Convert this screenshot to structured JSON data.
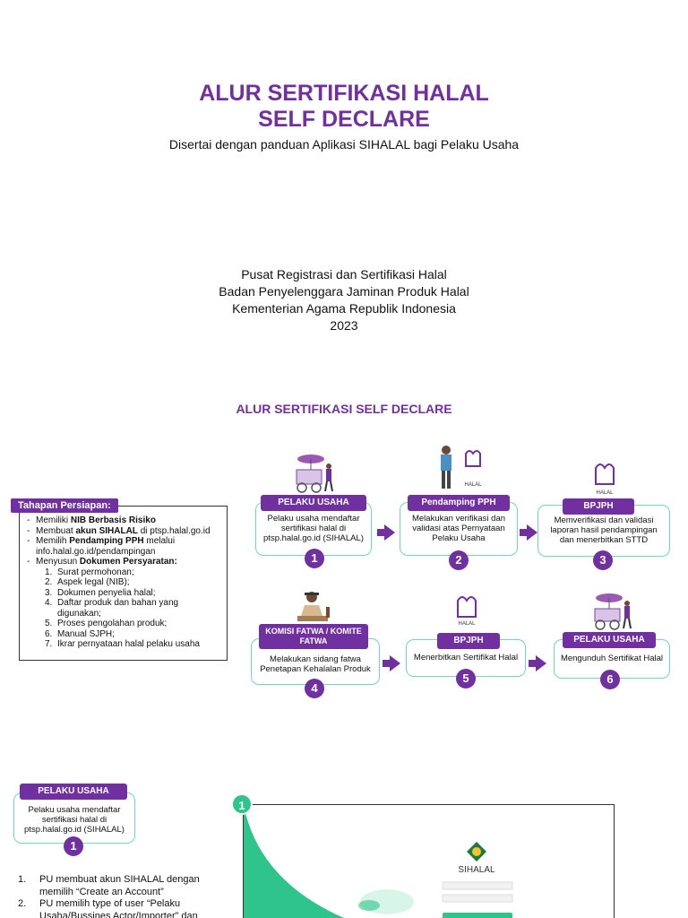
{
  "cover": {
    "title_line1": "ALUR SERTIFIKASI HALAL",
    "title_line2": "SELF DECLARE",
    "subtitle": "Disertai dengan panduan Aplikasi SIHALAL bagi Pelaku Usaha",
    "org_line1": "Pusat Registrasi dan Sertifikasi Halal",
    "org_line2": "Badan Penyelenggara Jaminan Produk Halal",
    "org_line3": "Kementerian Agama Republik Indonesia",
    "year": "2023"
  },
  "flow": {
    "title": "ALUR SERTIFIKASI SELF DECLARE",
    "prep": {
      "tag": "Tahapan Persiapan:",
      "item1_pre": "Memiliki ",
      "item1_bold": "NIB Berbasis Risiko",
      "item2_pre": "Membuat ",
      "item2_bold": "akun SIHALAL",
      "item2_post": " di ptsp.halal.go.id",
      "item3_pre": "Memilih ",
      "item3_bold": "Pendamping PPH",
      "item3_post": " melalui info.halal.go.id/pendampingan",
      "item4_pre": "Menyusun ",
      "item4_bold": "Dokumen Persyaratan:",
      "docs": [
        {
          "n": "1.",
          "t": "Surat permohonan;"
        },
        {
          "n": "2.",
          "t": "Aspek legal (NIB);"
        },
        {
          "n": "3.",
          "t": "Dokumen penyelia halal;"
        },
        {
          "n": "4.",
          "t": "Daftar produk dan bahan yang digunakan;"
        },
        {
          "n": "5.",
          "t": "Proses pengolahan produk;"
        },
        {
          "n": "6.",
          "t": "Manual SJPH;"
        },
        {
          "n": "7.",
          "t": "Ikrar pernyataan halal pelaku usaha"
        }
      ]
    },
    "steps": [
      {
        "num": "1",
        "label": "PELAKU USAHA",
        "text": "Pelaku usaha mendaftar sertifikasi halal di ptsp.halal.go.id (SIHALAL)"
      },
      {
        "num": "2",
        "label": "Pendamping PPH",
        "text": "Melakukan verifikasi dan validasi atas Pernyataan Pelaku Usaha"
      },
      {
        "num": "3",
        "label": "BPJPH",
        "text": "Memverifikasi dan validasi laporan hasil pendampingan dan menerbitkan STTD"
      },
      {
        "num": "4",
        "label": "KOMISI FATWA / KOMITE FATWA",
        "text": "Melakukan sidang fatwa Penetapan Kehalalan Produk"
      },
      {
        "num": "5",
        "label": "BPJPH",
        "text": "Menerbitkan Sertifikat Halal"
      },
      {
        "num": "6",
        "label": "PELAKU USAHA",
        "text": "Mengunduh Sertifikat Halal"
      }
    ]
  },
  "detail": {
    "label": "PELAKU USAHA",
    "text": "Pelaku usaha mendaftar sertifikasi halal di ptsp.halal.go.id (SIHALAL)",
    "num": "1",
    "list": [
      {
        "n": "1.",
        "t": "PU membuat akun SIHALAL dengan memilih “Create an Account”"
      },
      {
        "n": "2.",
        "t": "PU memilih type of user “Pelaku Usaha/Bussines Actor/Importer” dan"
      }
    ],
    "screenshot": {
      "badge": "1",
      "app_name": "SIHALAL"
    }
  },
  "colors": {
    "purple": "#7030a0",
    "green": "#2fc48c",
    "card_border": "#6fd9b3"
  }
}
